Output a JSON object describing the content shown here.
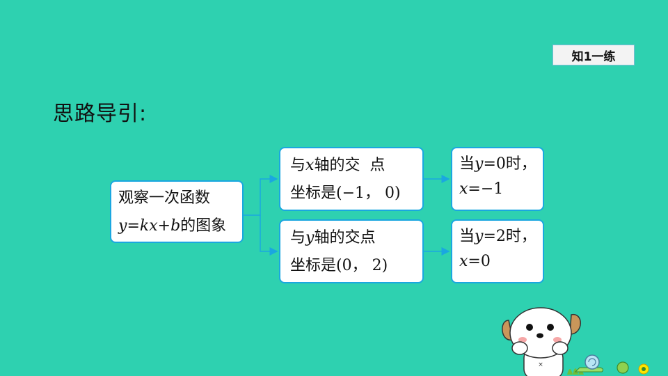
{
  "tag": {
    "label": "知1一练"
  },
  "heading": "思路导引:",
  "source_box": {
    "line1": "观察一次函数",
    "formula": {
      "y": "y",
      "eq": "=",
      "kx": "kx",
      "plus": "+",
      "b": "b",
      "suffix": "的图象"
    }
  },
  "branch_x": {
    "line1": {
      "a": "与",
      "v": "x",
      "b": "轴的交  点"
    },
    "line2": "坐标是(−1， 0)"
  },
  "branch_y": {
    "line1": {
      "a": "与",
      "v": "y",
      "b": "轴的交点"
    },
    "line2": "坐标是(0， 2)"
  },
  "result_x": {
    "line1": {
      "a": "当",
      "v": "y",
      "b": "=0时，"
    },
    "line2": {
      "v": "x",
      "b": "=−1"
    }
  },
  "result_y": {
    "line1": {
      "a": "当",
      "v": "y",
      "b": "=2时，"
    },
    "line2": {
      "v": "x",
      "b": "=0"
    }
  },
  "colors": {
    "background": "#2ed1b0",
    "box_border": "#1aa7e0",
    "arrow": "#1aa7e0"
  },
  "icons": [
    "arrow-right-icon",
    "dog-mascot-icon",
    "snail-icon",
    "flower-icon"
  ]
}
